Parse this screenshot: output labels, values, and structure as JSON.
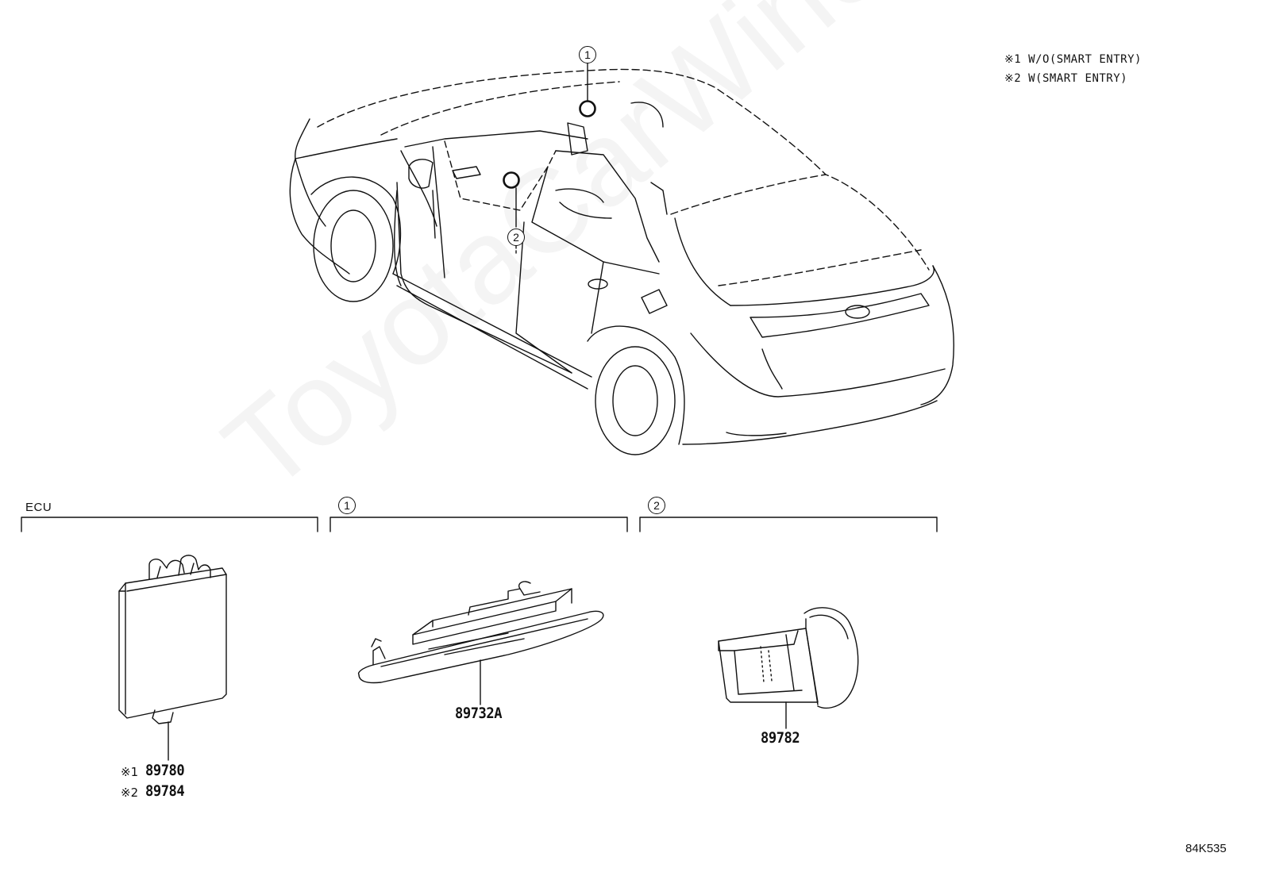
{
  "legend": {
    "item1": "※1 W/O(SMART ENTRY)",
    "item2": "※2 W(SMART ENTRY)"
  },
  "callouts": {
    "one": "1",
    "two": "2"
  },
  "sections": {
    "ecu_title": "ECU",
    "section1_num": "1",
    "section2_num": "2"
  },
  "parts": {
    "ecu_mark1": "※1",
    "ecu_part1": "89780",
    "ecu_mark2": "※2",
    "ecu_part2": "89784",
    "part_section1": "89732A",
    "part_section2": "89782"
  },
  "diagram_code": "84K535",
  "watermark": "ToyotaCarWine.ru"
}
